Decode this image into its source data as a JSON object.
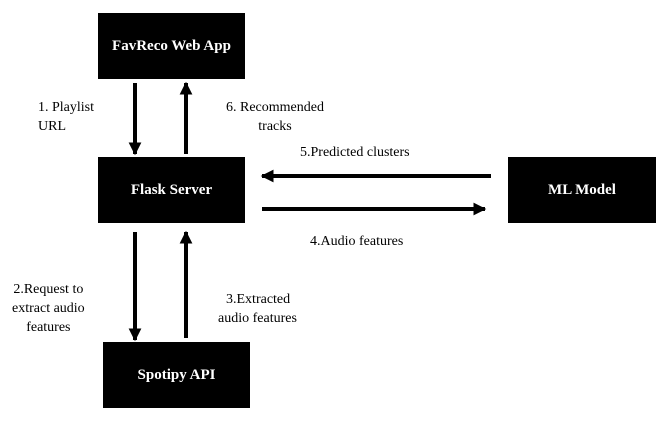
{
  "nodes": {
    "webapp": "FavReco Web App",
    "flask": "Flask Server",
    "ml": "ML Model",
    "spotipy": "Spotipy API"
  },
  "edges": {
    "e1": [
      "1. Playlist",
      "URL"
    ],
    "e6": [
      "6. Recommended",
      "tracks"
    ],
    "e5": "5.Predicted clusters",
    "e4": "4.Audio features",
    "e2": [
      "2.Request to",
      "extract audio",
      "features"
    ],
    "e3": [
      "3.Extracted",
      "audio features"
    ]
  },
  "colors": {
    "box": "#000000",
    "box_text": "#ffffff",
    "arrow": "#000000",
    "text": "#000000"
  }
}
